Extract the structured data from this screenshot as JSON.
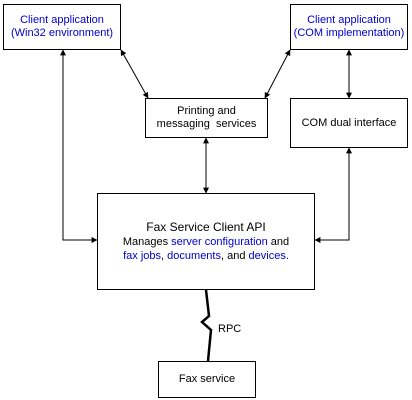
{
  "diagram": {
    "client_win32": {
      "line1": "Client application",
      "line2": "(Win32 environment)"
    },
    "client_com": {
      "line1": "Client application",
      "line2": "(COM implementation)"
    },
    "printing": {
      "line1": "Printing and",
      "line2": "messaging  services"
    },
    "com_dual": {
      "label": "COM dual interface"
    },
    "api": {
      "title": "Fax Service Client API",
      "line2_prefix": "Manages ",
      "line2_link": "server configuration",
      "line2_suffix": " and",
      "line3_link1": "fax jobs",
      "line3_sep1": ", ",
      "line3_link2": "documents",
      "line3_sep2": ", and ",
      "line3_link3": "devices",
      "line3_end": "."
    },
    "rpc_label": "RPC",
    "fax_service": {
      "label": "Fax service"
    },
    "colors": {
      "link": "#0000cc",
      "line": "#000000"
    }
  }
}
